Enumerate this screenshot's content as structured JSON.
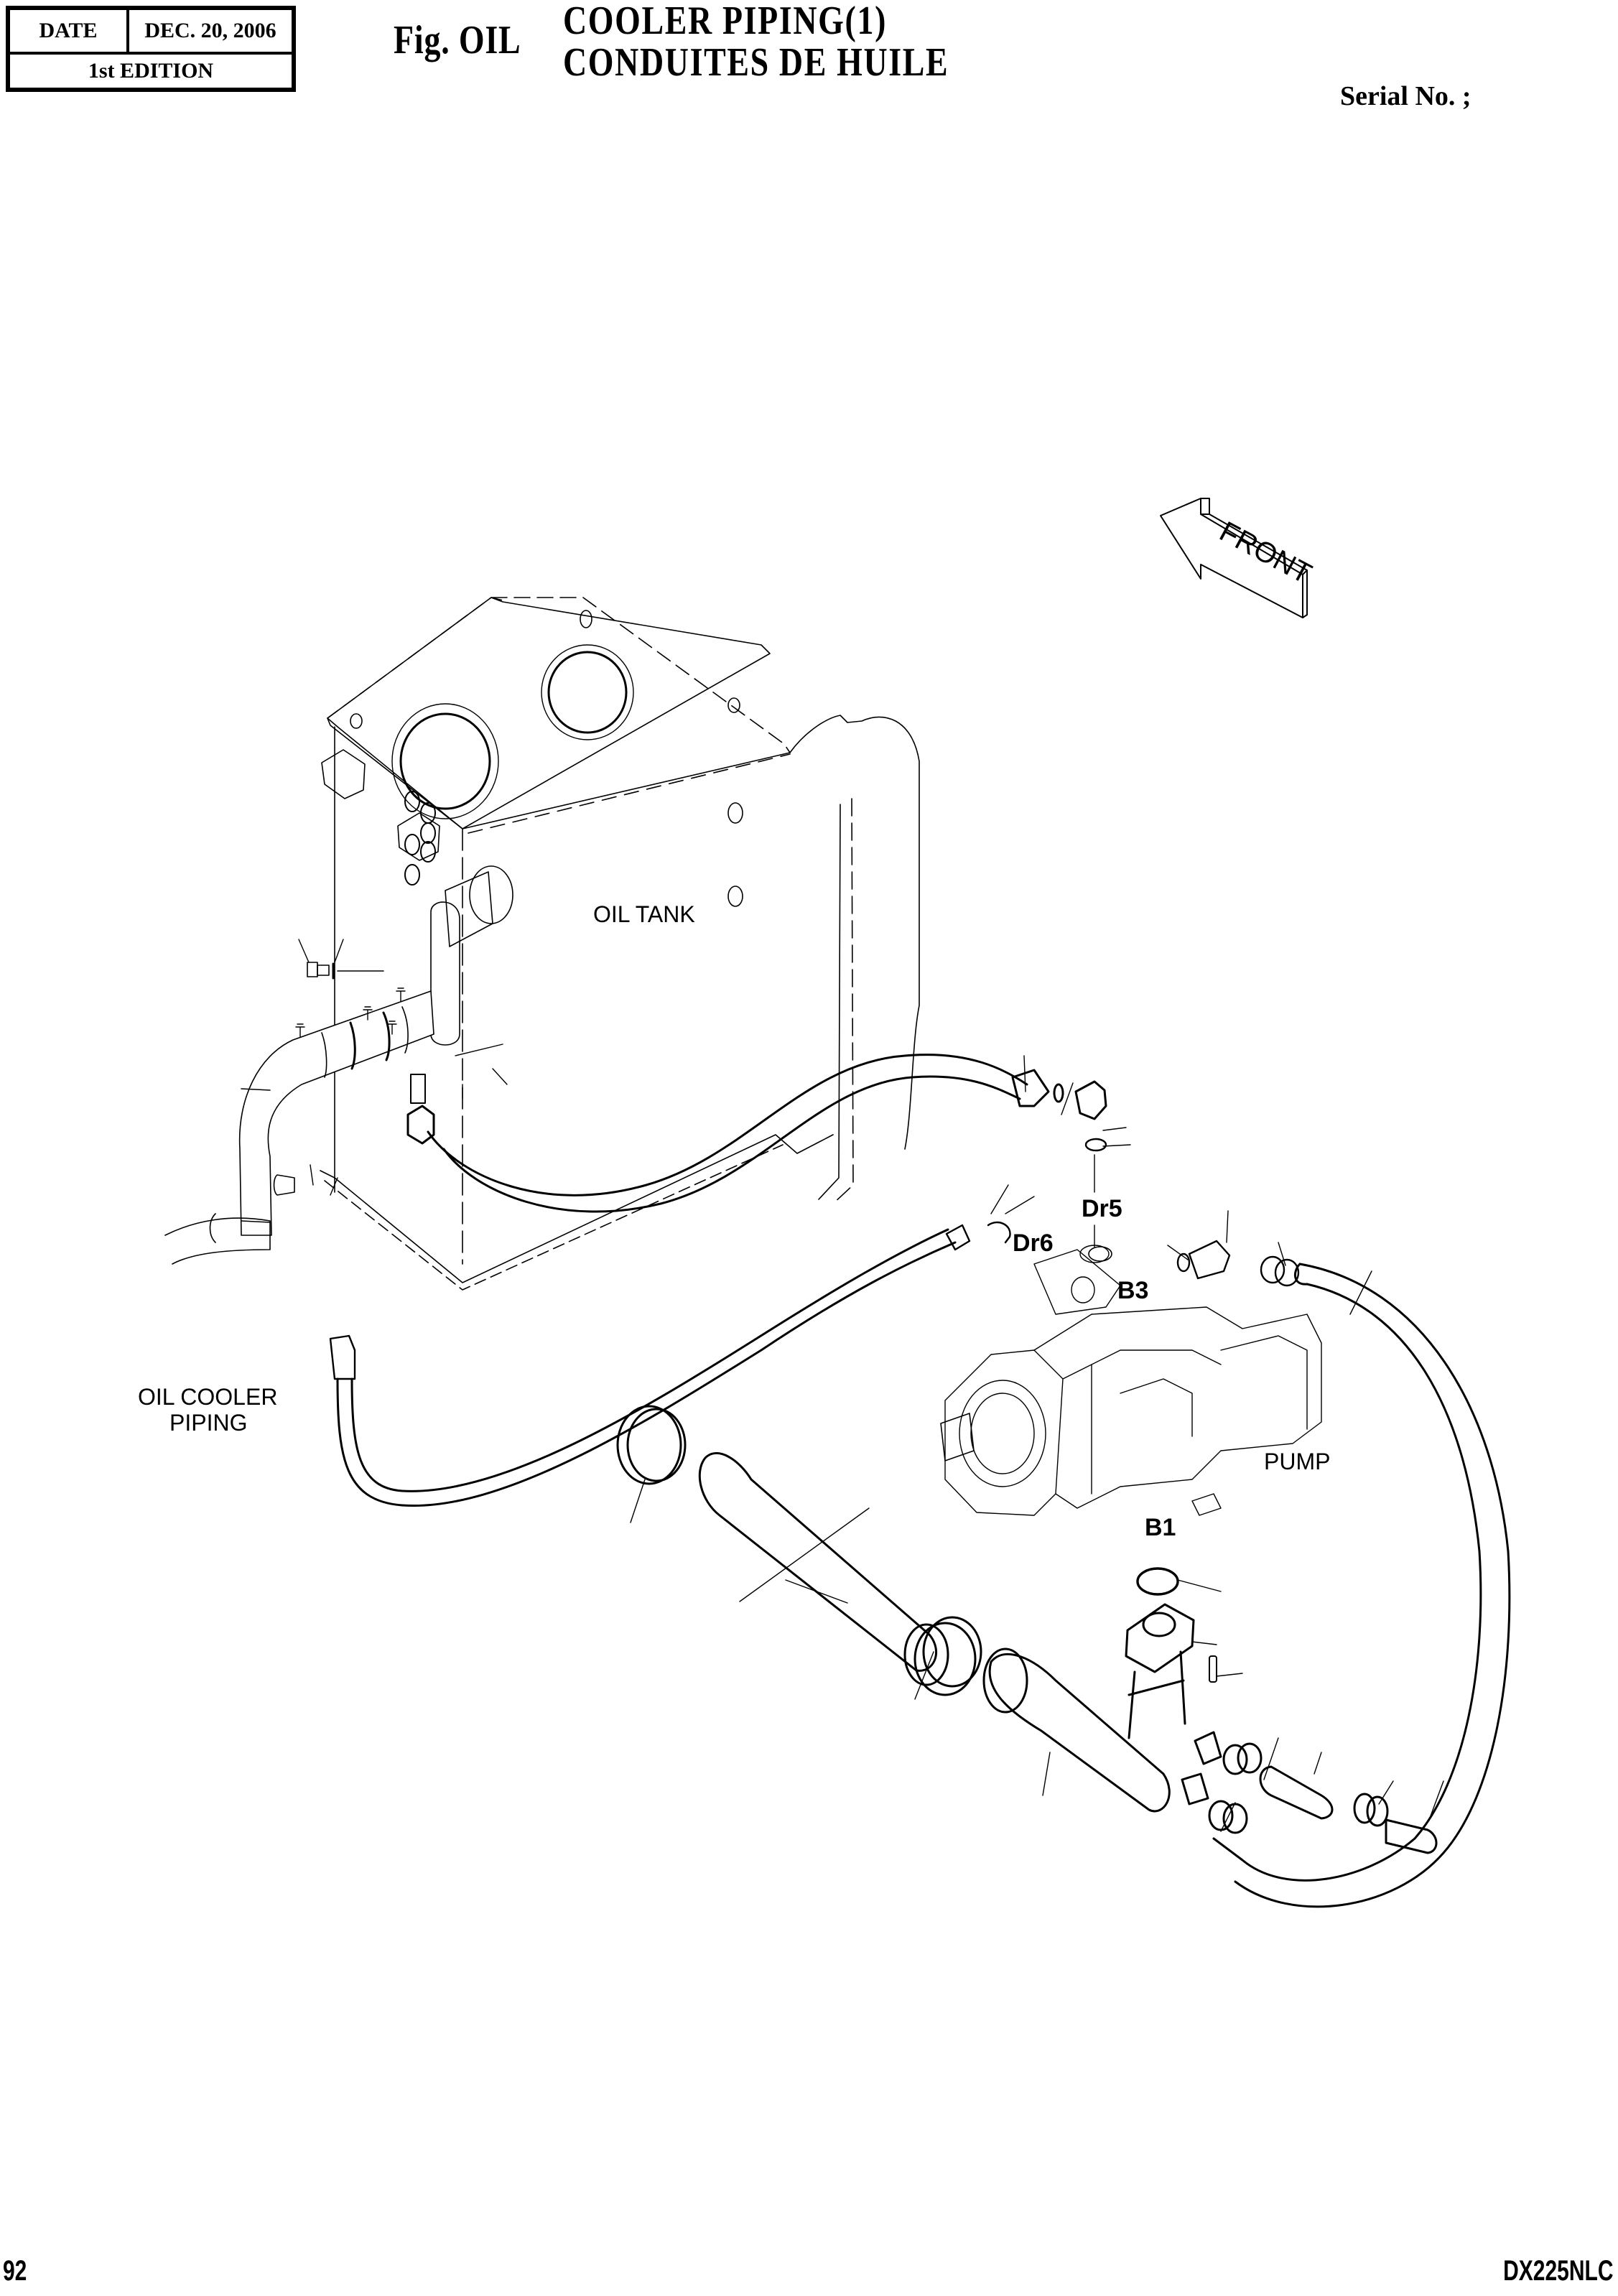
{
  "header": {
    "date_label": "DATE",
    "date_value": "DEC. 20, 2006",
    "edition": "1st EDITION"
  },
  "title": {
    "prefix": "Fig. OIL",
    "line1": "COOLER PIPING(1)",
    "line2": "CONDUITES DE HUILE"
  },
  "serial": "Serial No. ;",
  "diagram": {
    "direction_arrow": "FRONT",
    "labels": {
      "oil_tank": "OIL TANK",
      "oil_cooler_line1": "OIL COOLER",
      "oil_cooler_line2": "PIPING",
      "pump": "PUMP"
    },
    "ports": {
      "dr5": "Dr5",
      "dr6": "Dr6",
      "b3": "B3",
      "b1": "B1"
    }
  },
  "footer": {
    "page_number": "92",
    "model": "DX225NLC"
  }
}
